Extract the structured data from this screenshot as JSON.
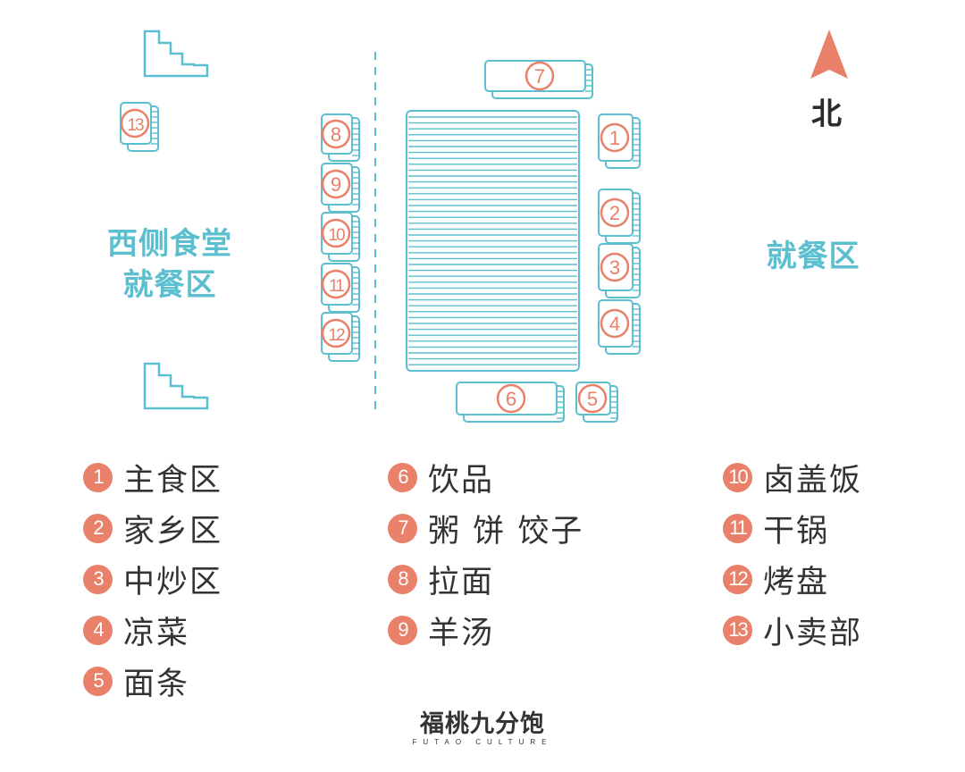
{
  "colors": {
    "teal": "#5bbfcf",
    "salmon": "#e9806a",
    "text": "#333333"
  },
  "map": {
    "west_area_line1": "西侧食堂",
    "west_area_line2": "就餐区",
    "east_area": "就餐区",
    "north_label": "北",
    "north_icon": "north-arrow-icon",
    "stations": [
      "1",
      "2",
      "3",
      "4",
      "5",
      "6",
      "7",
      "8",
      "9",
      "10",
      "11",
      "12",
      "13"
    ]
  },
  "legend": [
    {
      "num": "1",
      "label": "主食区"
    },
    {
      "num": "2",
      "label": "家乡区"
    },
    {
      "num": "3",
      "label": "中炒区"
    },
    {
      "num": "4",
      "label": "凉菜"
    },
    {
      "num": "5",
      "label": "面条"
    },
    {
      "num": "6",
      "label": "饮品"
    },
    {
      "num": "7",
      "label": "粥 饼 饺子"
    },
    {
      "num": "8",
      "label": "拉面"
    },
    {
      "num": "9",
      "label": "羊汤"
    },
    {
      "num": "10",
      "label": "卤盖饭"
    },
    {
      "num": "11",
      "label": "干锅"
    },
    {
      "num": "12",
      "label": "烤盘"
    },
    {
      "num": "13",
      "label": "小卖部"
    }
  ],
  "logo": {
    "main": "福桃九分饱",
    "sub": "FUTAO CULTURE"
  }
}
